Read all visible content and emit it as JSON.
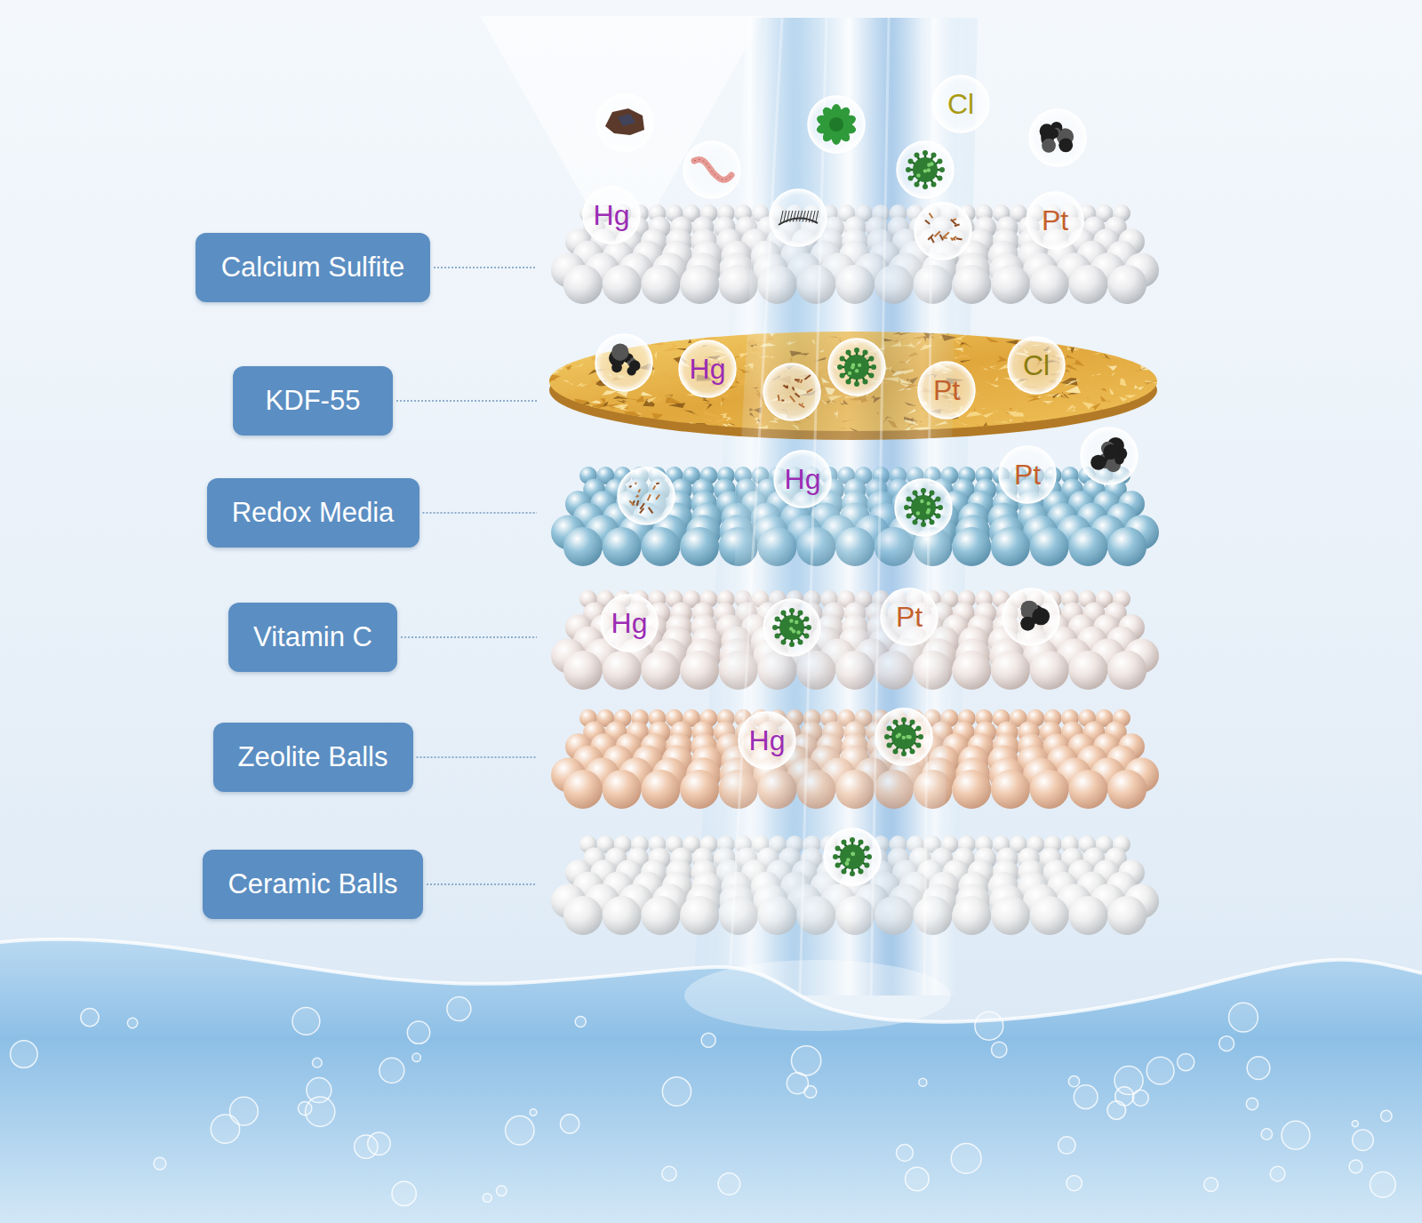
{
  "diagram": {
    "nodes": [
      {
        "text": [
          "Calcium Sulfite"
        ]
      },
      {
        "text": [
          "KDF-55"
        ]
      },
      {
        "text": [
          "Redox Media"
        ]
      },
      {
        "text": [
          "Vitamin C"
        ]
      },
      {
        "text": [
          "Zeolite Balls"
        ]
      },
      {
        "text": [
          "Ceramic Balls"
        ]
      }
    ],
    "labels": [
      "Cl",
      "Hg",
      "Pt",
      "Hg",
      "Pt",
      "Cl",
      "Hg",
      "Pt",
      "Hg",
      "Pt",
      "Hg"
    ]
  }
}
